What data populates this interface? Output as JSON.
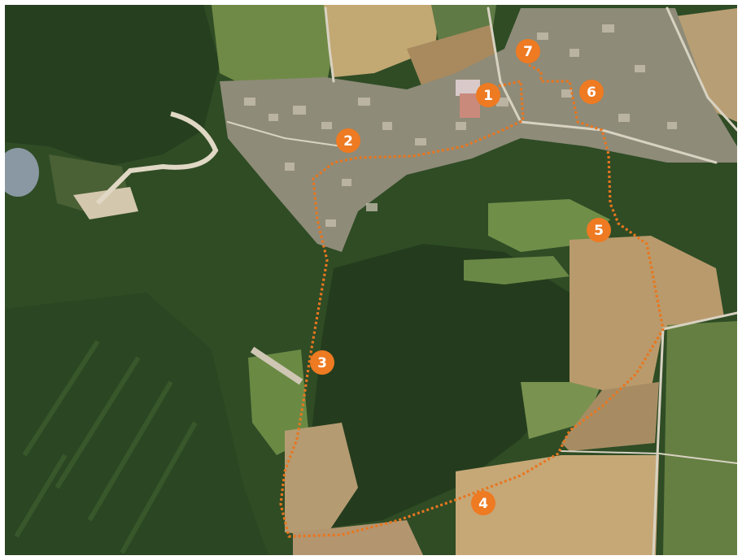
{
  "map": {
    "view": "aerial-satellite",
    "route": {
      "style": "dotted",
      "color": "#e8761f"
    },
    "markers": [
      {
        "id": "1",
        "label": "1"
      },
      {
        "id": "2",
        "label": "2"
      },
      {
        "id": "3",
        "label": "3"
      },
      {
        "id": "4",
        "label": "4"
      },
      {
        "id": "5",
        "label": "5"
      },
      {
        "id": "6",
        "label": "6"
      },
      {
        "id": "7",
        "label": "7"
      }
    ],
    "colors": {
      "marker_fill": "#ee7a22",
      "marker_text": "#ffffff",
      "forest": "#2c4a22",
      "field": "#b99a6c",
      "meadow": "#6f8a46",
      "village": "#9b9384",
      "road": "#d8d2c2",
      "water": "#8a98a3"
    }
  }
}
